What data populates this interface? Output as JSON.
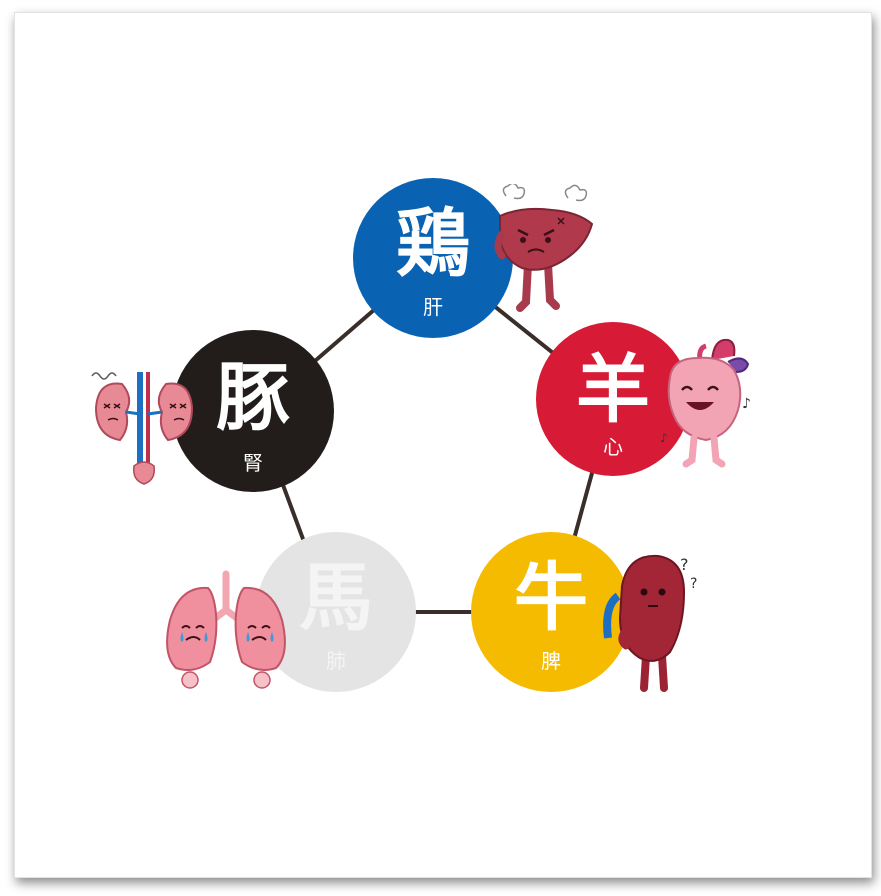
{
  "colors": {
    "chicken": "#0a62b2",
    "sheep": "#d71a35",
    "cow": "#f5bb00",
    "horse": "#e4e4e4",
    "pig": "#221d1a",
    "ring": "#3a2e2a"
  },
  "nodes": {
    "chicken": {
      "animal": "鶏",
      "organ": "肝"
    },
    "sheep": {
      "animal": "羊",
      "organ": "心"
    },
    "cow": {
      "animal": "牛",
      "organ": "脾"
    },
    "horse": {
      "animal": "馬",
      "organ": "肺"
    },
    "pig": {
      "animal": "豚",
      "organ": "腎"
    }
  },
  "characters": {
    "liver": "liver-character-icon",
    "heart": "heart-character-icon",
    "spleen": "spleen-character-icon",
    "lungs": "lungs-character-icon",
    "kidneys": "kidneys-character-icon"
  }
}
